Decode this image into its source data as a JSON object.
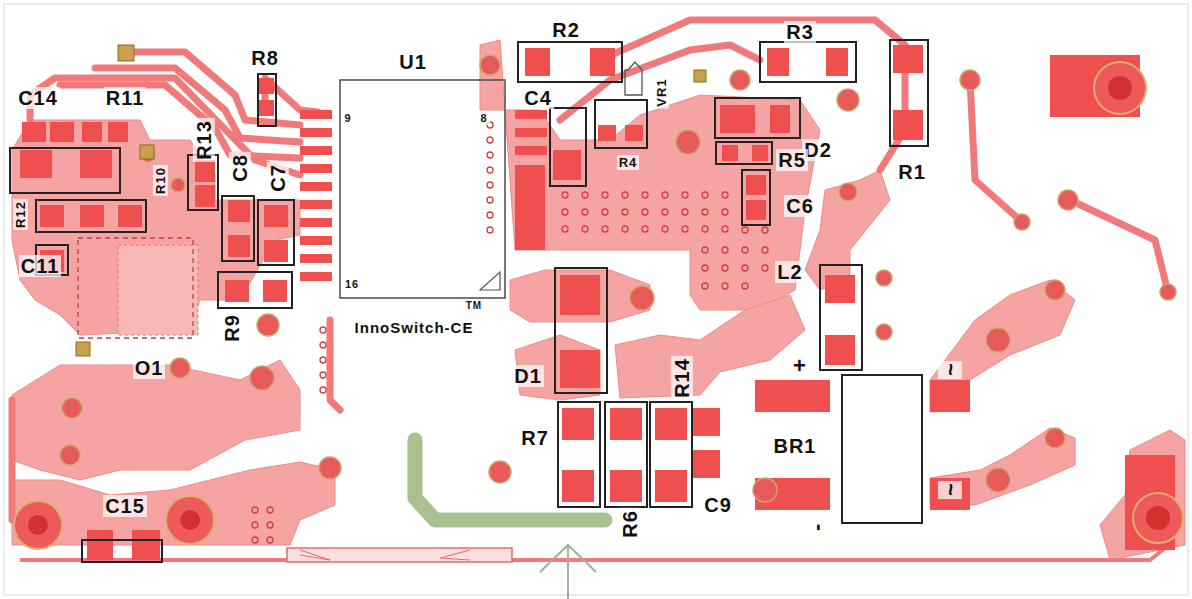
{
  "diagram": {
    "labels": [
      "R8",
      "C14",
      "R11",
      "R13",
      "C8",
      "C7",
      "R12",
      "R10",
      "U1",
      "9",
      "8",
      "16",
      "TM",
      "InnoSwitch-CE",
      "R2",
      "C4",
      "VR1",
      "R4",
      "R3",
      "D2",
      "R5",
      "C6",
      "R1",
      "C11",
      "R9",
      "O1",
      "L2",
      "+",
      "D1",
      "R14",
      "R7",
      "R6",
      "C9",
      "BR1",
      "~",
      "~",
      "-",
      "C15"
    ]
  }
}
